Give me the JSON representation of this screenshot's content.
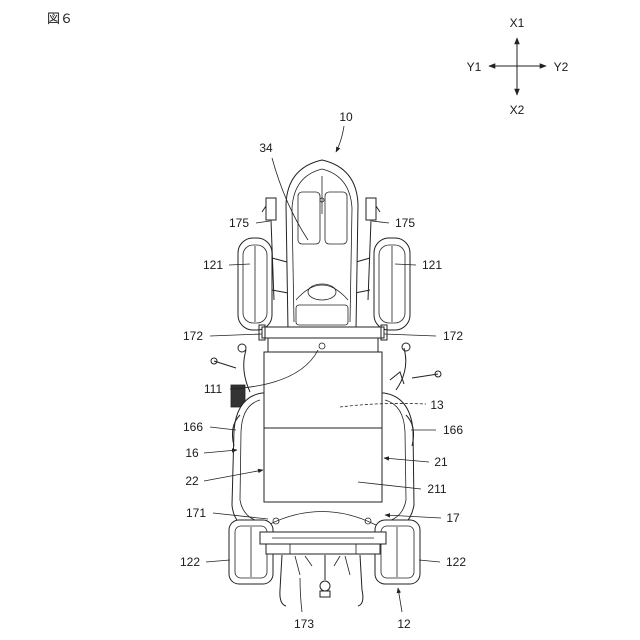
{
  "figure_label": "図６",
  "compass": {
    "up": "X1",
    "down": "X2",
    "left": "Y1",
    "right": "Y2"
  },
  "refs": {
    "vehicle": "10",
    "seat": "34",
    "front_arm_left": "175",
    "front_arm_right": "175",
    "front_wheel_left": "121",
    "front_wheel_right": "121",
    "front_frame_left": "172",
    "front_frame_right": "172",
    "panel": "111",
    "panel_region": "13",
    "side_cover_left": "166",
    "side_cover_right": "166",
    "body": "16",
    "right_inner": "21",
    "left_inner": "22",
    "panel_lower": "211",
    "rear_frame_left": "171",
    "rear_frame_right": "17",
    "rear_wheel_left": "122",
    "rear_wheel_right": "122",
    "hitch": "173",
    "rear_wheel_assembly": "12"
  }
}
